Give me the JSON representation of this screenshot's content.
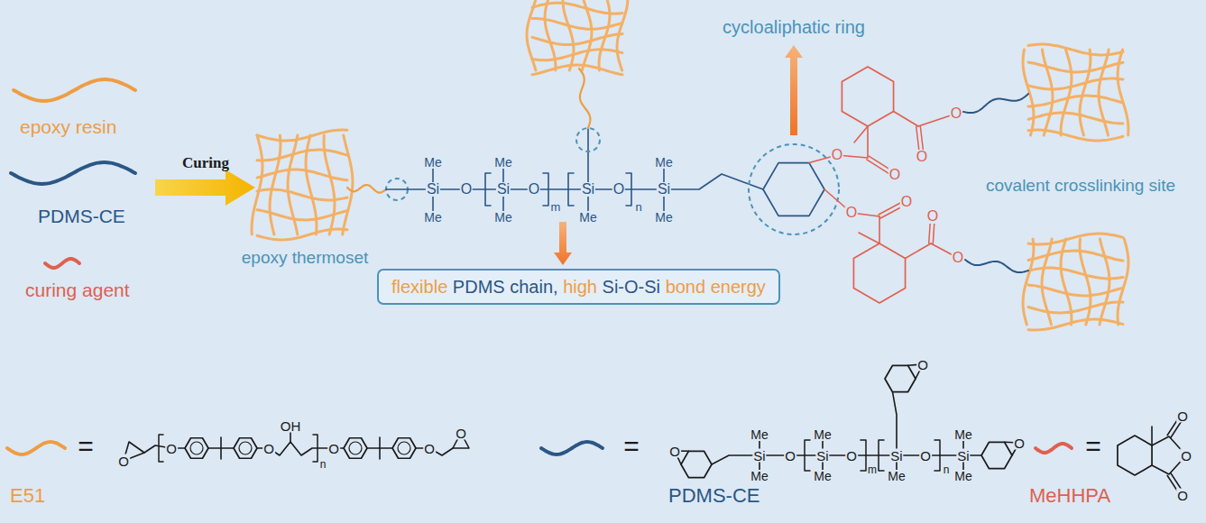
{
  "diagram": {
    "nodes": [
      {
        "text": [
          "flexible",
          "PDMS chain,",
          "high",
          "Si-O-Si",
          "bond energy"
        ]
      }
    ],
    "labels": [
      "Curing",
      "epoxy thermoset",
      "cycloaliphatic ring",
      "covalent crosslinking site",
      "Me",
      "Si",
      "Me",
      "O",
      "Me",
      "Si",
      "Me",
      "O",
      "m",
      "Si",
      "Me",
      "O",
      "n",
      "Me",
      "Si",
      "Me",
      "O",
      "O",
      "O",
      "O",
      "O",
      "O",
      "O",
      "O",
      "=",
      "O",
      "O",
      "O",
      "OH",
      "n",
      "O",
      "O",
      "O",
      "E51",
      "=",
      "O",
      "Me",
      "Si",
      "Me",
      "O",
      "Me",
      "Si",
      "Me",
      "O",
      "m",
      "O",
      "Si",
      "Me",
      "O",
      "n",
      "Me",
      "Si",
      "Me",
      "O",
      "PDMS-CE",
      "=",
      "O",
      "O",
      "O",
      "MeHHPA"
    ],
    "legend": [
      {
        "text": "epoxy resin"
      },
      {
        "text": "PDMS-CE"
      },
      {
        "text": "curing agent"
      }
    ]
  }
}
